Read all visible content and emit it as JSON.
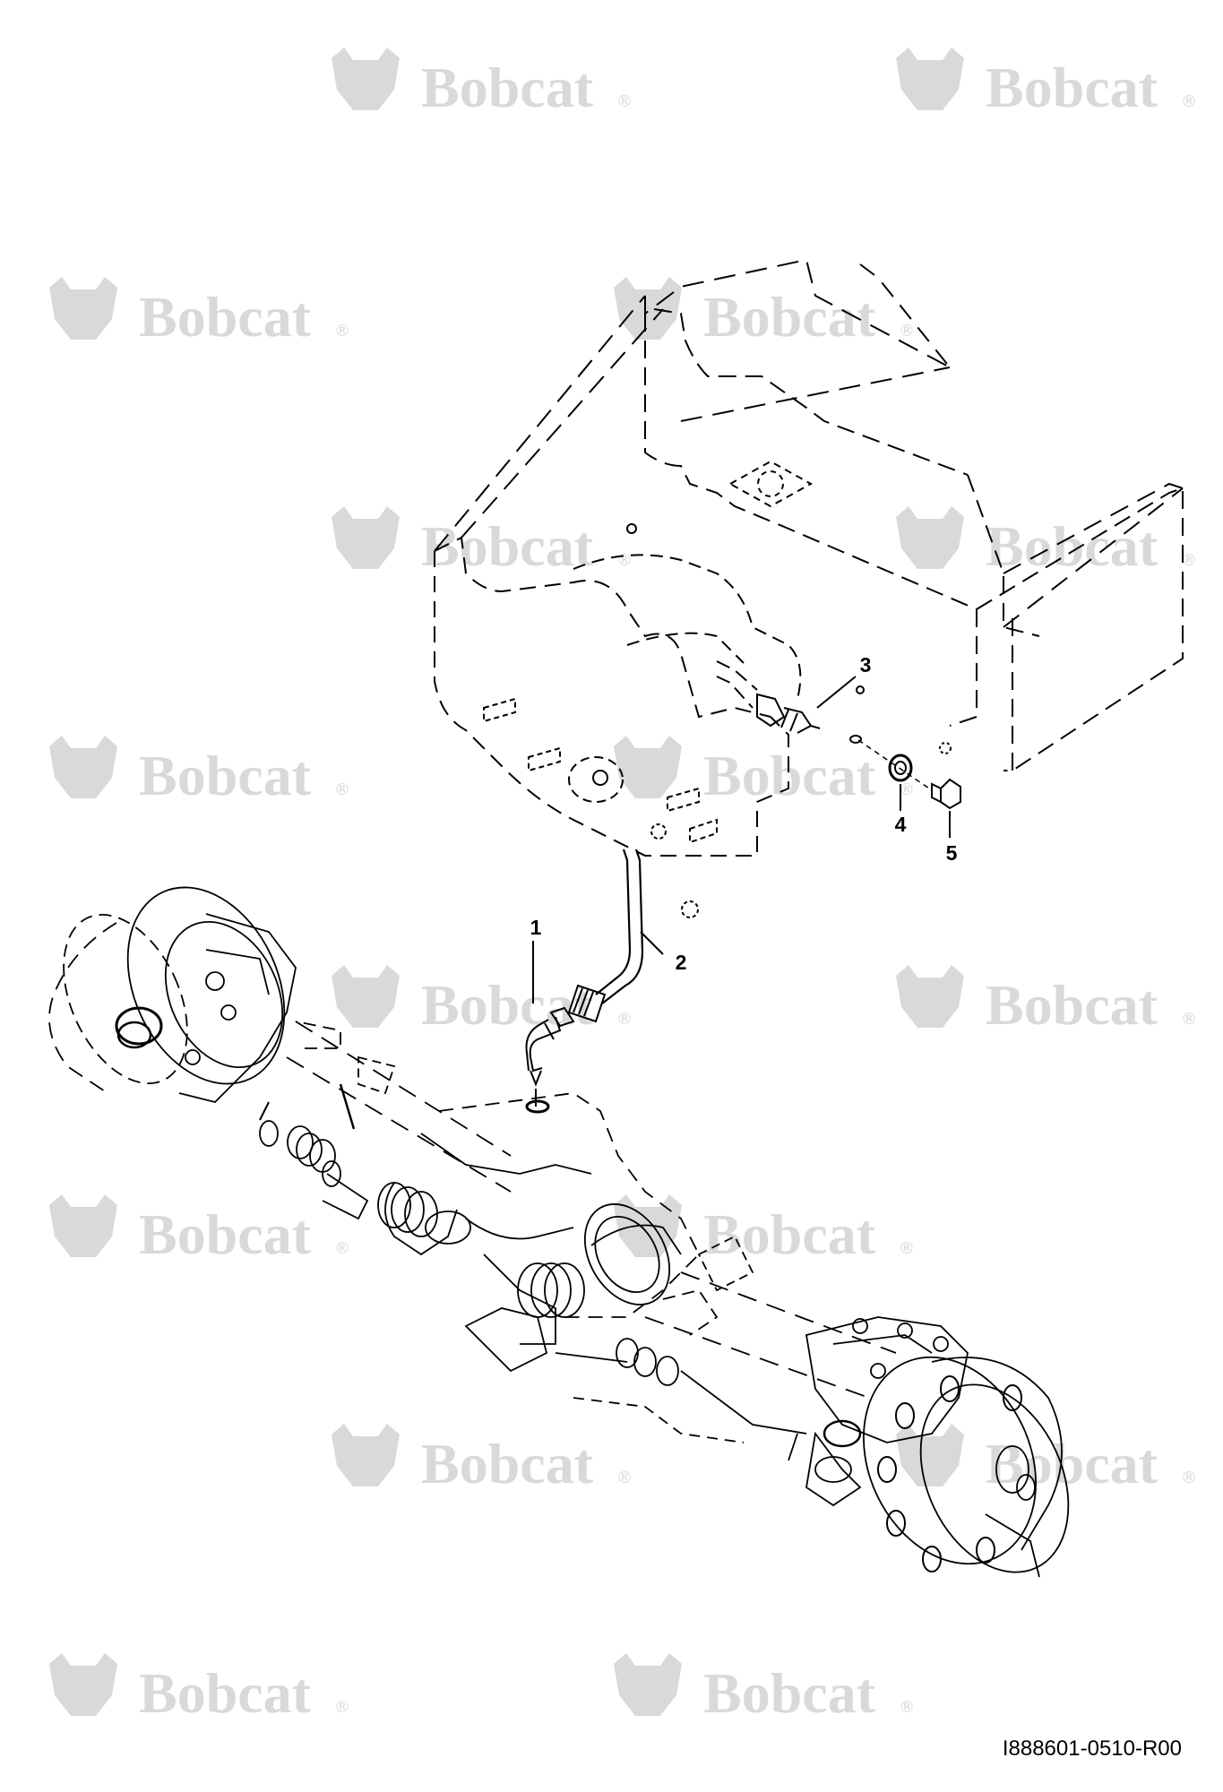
{
  "watermark": {
    "brand": "Bobcat",
    "mark": "®",
    "color": "#d9d9d9"
  },
  "callouts": [
    {
      "label": "1",
      "part": "elbow-fitting"
    },
    {
      "label": "2",
      "part": "hose"
    },
    {
      "label": "3",
      "part": "adapter-fitting"
    },
    {
      "label": "4",
      "part": "washer"
    },
    {
      "label": "5",
      "part": "bolt"
    }
  ],
  "drawing_id": "I888601-0510-R00",
  "colors": {
    "line": "#000000",
    "background": "#ffffff"
  }
}
